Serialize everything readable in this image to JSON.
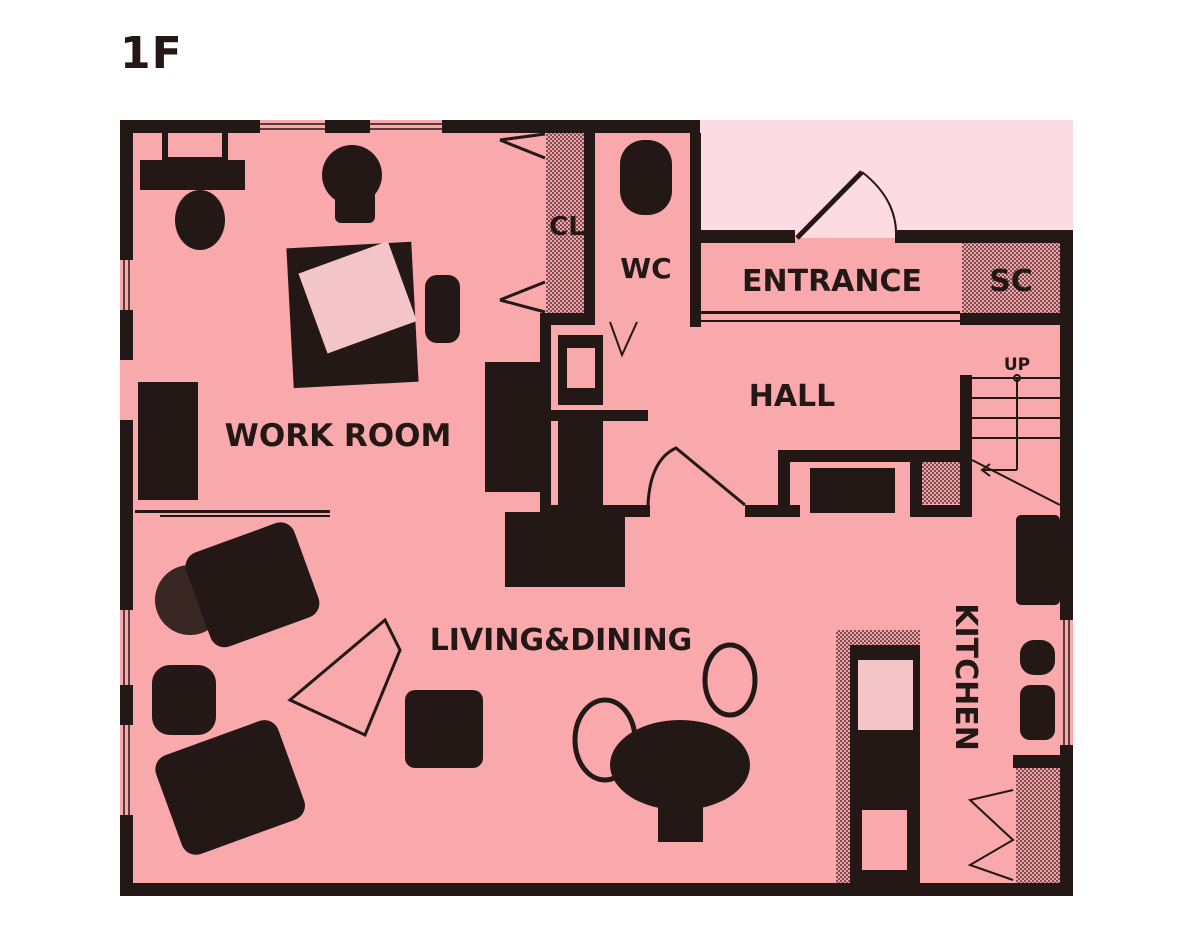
{
  "floor_title": "1F",
  "colors": {
    "floor": "#f9a8ac",
    "outdoor": "#fddbe2",
    "wall": "#231815",
    "stipple": "#d98a90"
  },
  "rooms": {
    "work_room": "WORK ROOM",
    "closet": "CL",
    "wc": "WC",
    "entrance": "ENTRANCE",
    "shoe_closet": "SC",
    "hall": "HALL",
    "stairs_up": "UP",
    "living_dining": "LIVING&DINING",
    "kitchen": "KITCHEN"
  }
}
